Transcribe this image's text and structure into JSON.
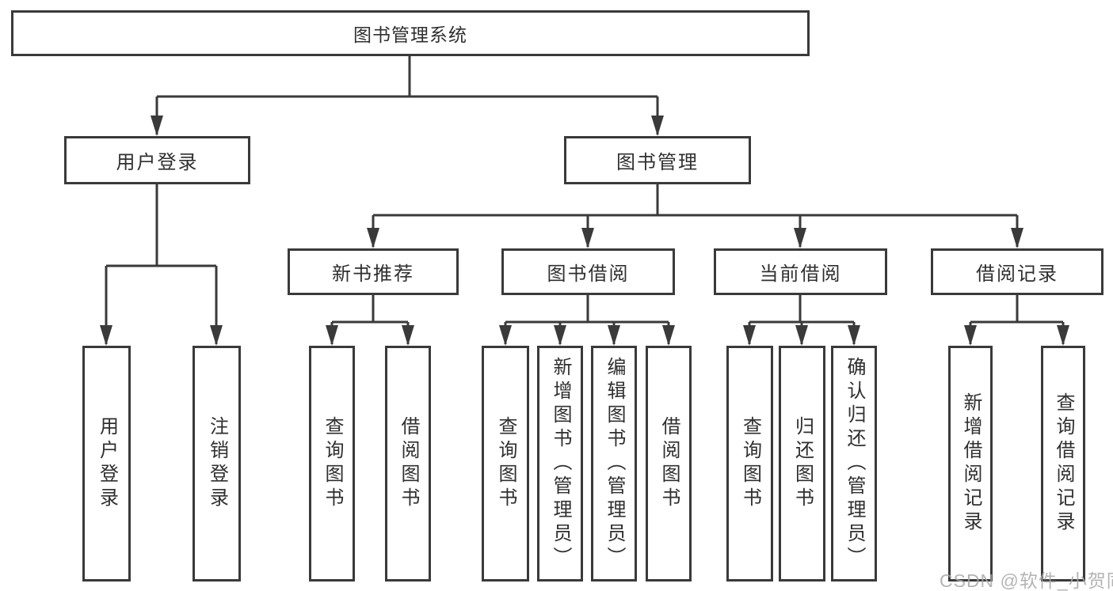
{
  "tree": {
    "root": {
      "label": "图书管理系统",
      "children": [
        {
          "label": "用户登录",
          "children": [
            {
              "label": "用户登录"
            },
            {
              "label": "注销登录"
            }
          ]
        },
        {
          "label": "图书管理",
          "children": [
            {
              "label": "新书推荐",
              "children": [
                {
                  "label": "查询图书"
                },
                {
                  "label": "借阅图书"
                }
              ]
            },
            {
              "label": "图书借阅",
              "children": [
                {
                  "label": "查询图书"
                },
                {
                  "label": "新增图书（管理员）"
                },
                {
                  "label": "编辑图书（管理员）"
                },
                {
                  "label": "借阅图书"
                }
              ]
            },
            {
              "label": "当前借阅",
              "children": [
                {
                  "label": "查询图书"
                },
                {
                  "label": "归还图书"
                },
                {
                  "label": "确认归还（管理员）"
                }
              ]
            },
            {
              "label": "借阅记录",
              "children": [
                {
                  "label": "新增借阅记录"
                },
                {
                  "label": "查询借阅记录"
                }
              ]
            }
          ]
        }
      ]
    }
  },
  "watermark": {
    "text": "CSDN @软件_小贺同学"
  },
  "colors": {
    "line": "#3a3a3a",
    "box_border": "#3a3a3a",
    "box_fill": "#ffffff",
    "text": "#2f2f2f",
    "watermark": "#a8a8a8",
    "background": "#ffffff"
  }
}
